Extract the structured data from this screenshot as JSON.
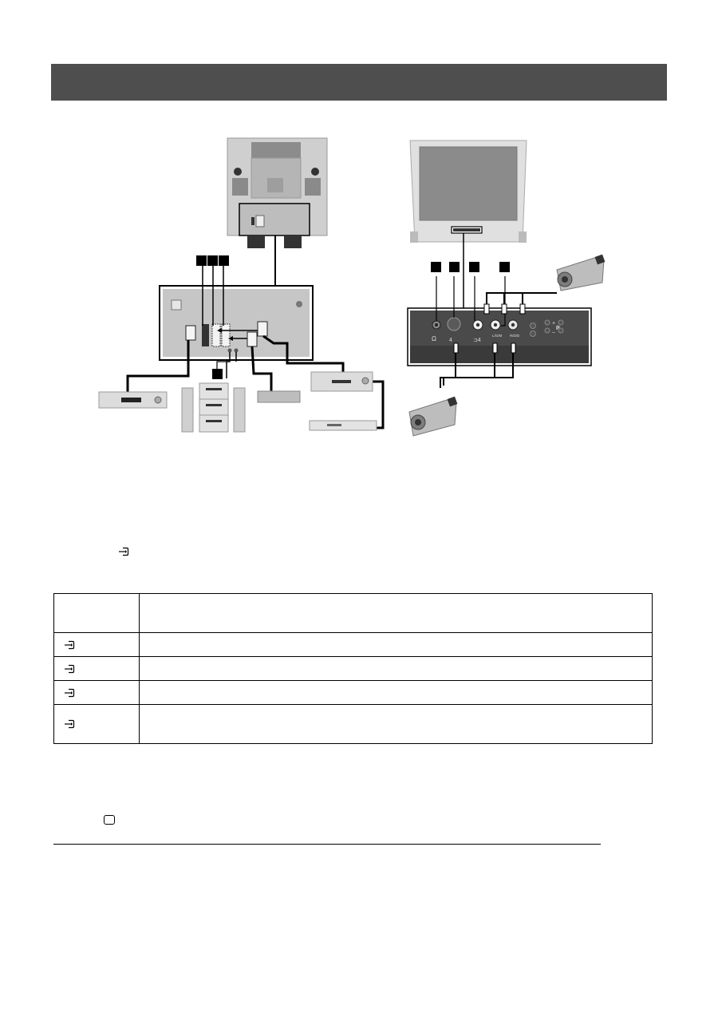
{
  "page": {
    "header": {
      "title": ""
    },
    "intro_text": "",
    "colors": {
      "header_bar": "#4e4e4e",
      "panel_dark": "#3f3f3f",
      "device_light": "#d9d9d9",
      "label_box": "#000000"
    }
  },
  "diagram_rear": {
    "label_boxes_top": [
      "",
      "",
      ""
    ],
    "label_box_bottom": "",
    "devices": [
      "dvd-player",
      "hifi-system",
      "decoder",
      "vcr",
      "dvd-recorder"
    ],
    "connectors": [
      "scart-1",
      "scart-2",
      "scart-3",
      "audio-out-rca"
    ]
  },
  "diagram_front": {
    "label_boxes": [
      "",
      "",
      "",
      ""
    ],
    "jacks": [
      {
        "icon": "headphones-icon",
        "label": ""
      },
      {
        "icon": "s-video-icon",
        "label": "4"
      },
      {
        "icon": "video-in-icon",
        "label": "4"
      },
      {
        "icon": "audio-l-icon",
        "label": "L/G/M"
      },
      {
        "icon": "audio-r-icon",
        "label": "R/D/D"
      }
    ],
    "controls": [
      "menu",
      "input-select",
      "volume",
      "program"
    ],
    "devices": [
      "camcorder-top",
      "camcorder-bottom"
    ]
  },
  "body": {
    "paragraph_before_table": "",
    "input_icon_name": "input-icon"
  },
  "table": {
    "header": {
      "col1": "",
      "col2": ""
    },
    "rows": [
      {
        "icon": "input-icon",
        "col1": "",
        "col2": ""
      },
      {
        "icon": "input-icon",
        "col1": "",
        "col2": ""
      },
      {
        "icon": "input-icon",
        "col1": "",
        "col2": ""
      },
      {
        "icon": "input-icon",
        "col1": "",
        "col2": ""
      }
    ]
  },
  "footer_note": {
    "text": "",
    "icon": "tv-mode-icon"
  }
}
